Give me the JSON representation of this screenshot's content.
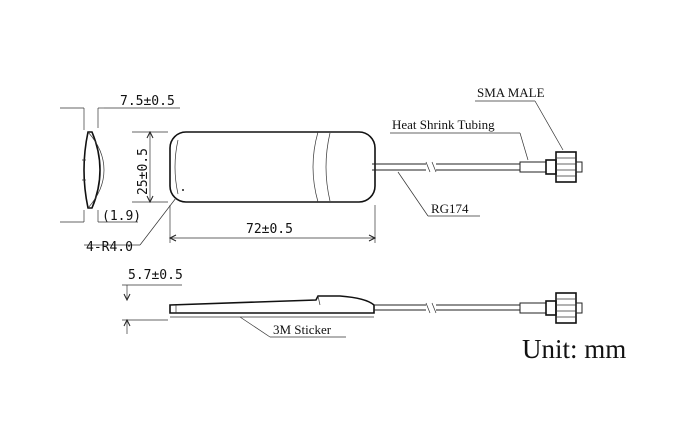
{
  "drawing": {
    "unit_note": "Unit: mm",
    "top_view": {
      "length_dim": "72±0.5",
      "width_dim": "25±0.5",
      "corner_radius_dim": "4-R4.0"
    },
    "side_end_view": {
      "thickness_dim": "7.5±0.5",
      "detail_dim": "(1.9)"
    },
    "side_view": {
      "height_dim": "5.7±0.5"
    },
    "callouts": {
      "connector": "SMA MALE",
      "tubing": "Heat Shrink Tubing",
      "cable": "RG174",
      "sticker": "3M Sticker"
    }
  }
}
